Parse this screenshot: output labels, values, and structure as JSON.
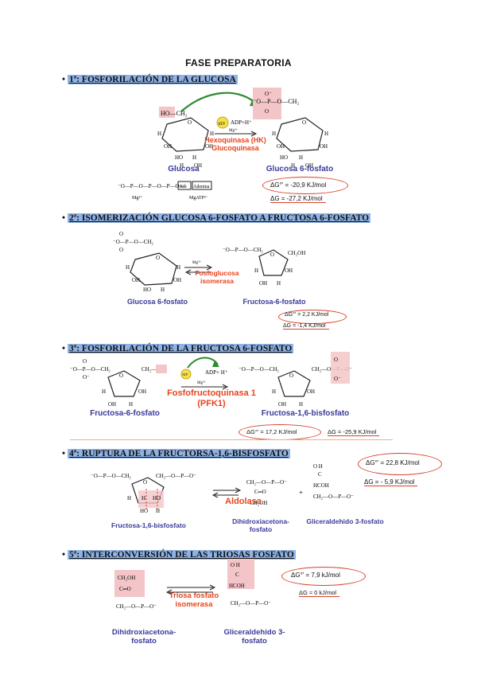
{
  "title": "FASE PREPARATORIA",
  "steps": [
    {
      "label": "1ª: FOSFORILACIÓN DE LA GLUCOSA",
      "enzyme": "Hexoquinasa (HK) Glucoquinasa",
      "substrate": "Glucosa",
      "product": "Glucosa 6-fosfato",
      "cofactor": "ADP+H⁺",
      "dg0": "ΔG°' = -20,9 KJ/mol",
      "dg": "ΔG = -27,2 KJ/mol",
      "atp_labels": [
        "Rib",
        "Adenina",
        "Mg²⁺",
        "MgATP²⁻"
      ]
    },
    {
      "label": "2ª: ISOMERIZACIÓN GLUCOSA 6-FOSFATO A FRUCTOSA 6-FOSFATO",
      "enzyme": "Fosfoglucosa isomerasa",
      "substrate": "Glucosa 6-fosfato",
      "product": "Fructosa-6-fosfato",
      "cofactor": "Mg²⁺",
      "dg0": "ΔG°' = 2,2 KJ/mol",
      "dg": "ΔG = -1,4 KJ/mol"
    },
    {
      "label": "3ª: FOSFORILACIÓN DE LA FRUCTOSA 6-FOSFATO",
      "enzyme": "Fosfofructoquinasa 1 (PFK1)",
      "substrate": "Fructosa-6-fosfato",
      "product": "Fructosa-1,6-bisfosfato",
      "cofactor": "ADP+H⁺",
      "dg0": "ΔG°' = 17,2 KJ/mol",
      "dg": "ΔG = -25,9 KJ/mol"
    },
    {
      "label": "4ª: RUPTURA DE LA FRUCTORSA-1,6-BISFOSFATO",
      "enzyme": "Aldolasa",
      "substrate": "Fructosa-1,6-bisfosfato",
      "product_a": "Dihidroxiacetona-fosfato",
      "product_b": "Gliceraldehido 3-fosfato",
      "dg0": "ΔG°' = 22,8 KJ/mol",
      "dg": "ΔG = - 5,9 KJ/mol"
    },
    {
      "label": "5ª: INTERCONVERSIÓN DE LAS TRIOSAS FOSFATO",
      "enzyme": "Triosa fosfato isomerasa",
      "substrate": "Dihidroxiacetona-fosfato",
      "product": "Gliceraldehido 3-fosfato",
      "dg0": "ΔG°' = 7,9 kJ/mol",
      "dg": "ΔG ≈ 0 kJ/mol"
    }
  ],
  "colors": {
    "enzyme": "#e8441c",
    "molecule": "#3a3a9a",
    "highlight": "#8fb3e6",
    "phosphate_box": "#f4c5c8"
  }
}
